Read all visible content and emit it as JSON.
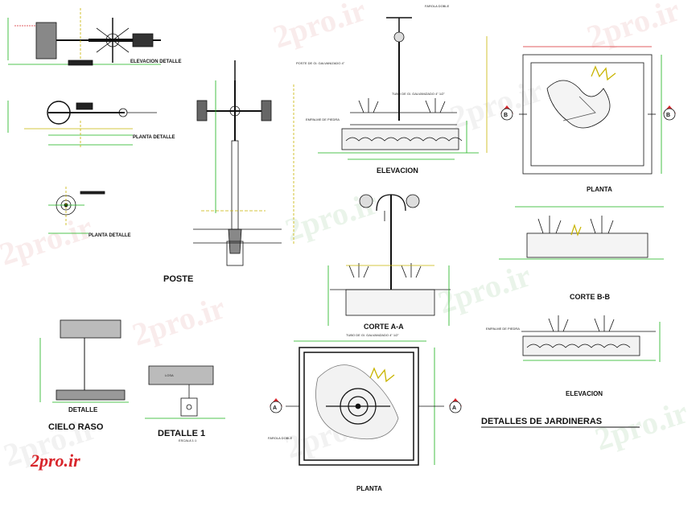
{
  "labels": {
    "elev_detalle": "ELEVACION DETALLE",
    "planta_detalle_1": "PLANTA DETALLE",
    "planta_detalle_2": "PLANTA DETALLE",
    "poste": "POSTE",
    "detalle": "DETALLE",
    "cielo_raso": "CIELO RASO",
    "detalle_1": "DETALLE 1",
    "detalle_1_scale": "ESCALA 1:1",
    "elevacion_top": "ELEVACION",
    "corte_aa": "CORTE A-A",
    "planta_top_right": "PLANTA",
    "corte_bb": "CORTE B-B",
    "elevacion_right": "ELEVACION",
    "planta_bottom": "PLANTA",
    "detalles_jardineras": "DETALLES DE JARDINERAS",
    "section_a": "A",
    "section_b": "B",
    "note_poste": "POSTE DE Gl. GALVANIZADO 4\"",
    "note_tubo_1": "TUBO DE Gl. GALVANIZADO 4\" 1/2\"",
    "note_tubo_2": "TUBO DE Gl. GALVANIZADO 4\" 1/2\"",
    "note_farola": "FAROLA DOBLE",
    "note_losa": "LOSA",
    "note_empalme": "EMPALME DE PIEDRA"
  },
  "watermark": "2pro.ir",
  "logo": "2pro.ir",
  "colors": {
    "accent_red": "#d8262c",
    "line_yellow": "#c8b400",
    "line_green": "#19b319",
    "line_dark": "#111111"
  }
}
